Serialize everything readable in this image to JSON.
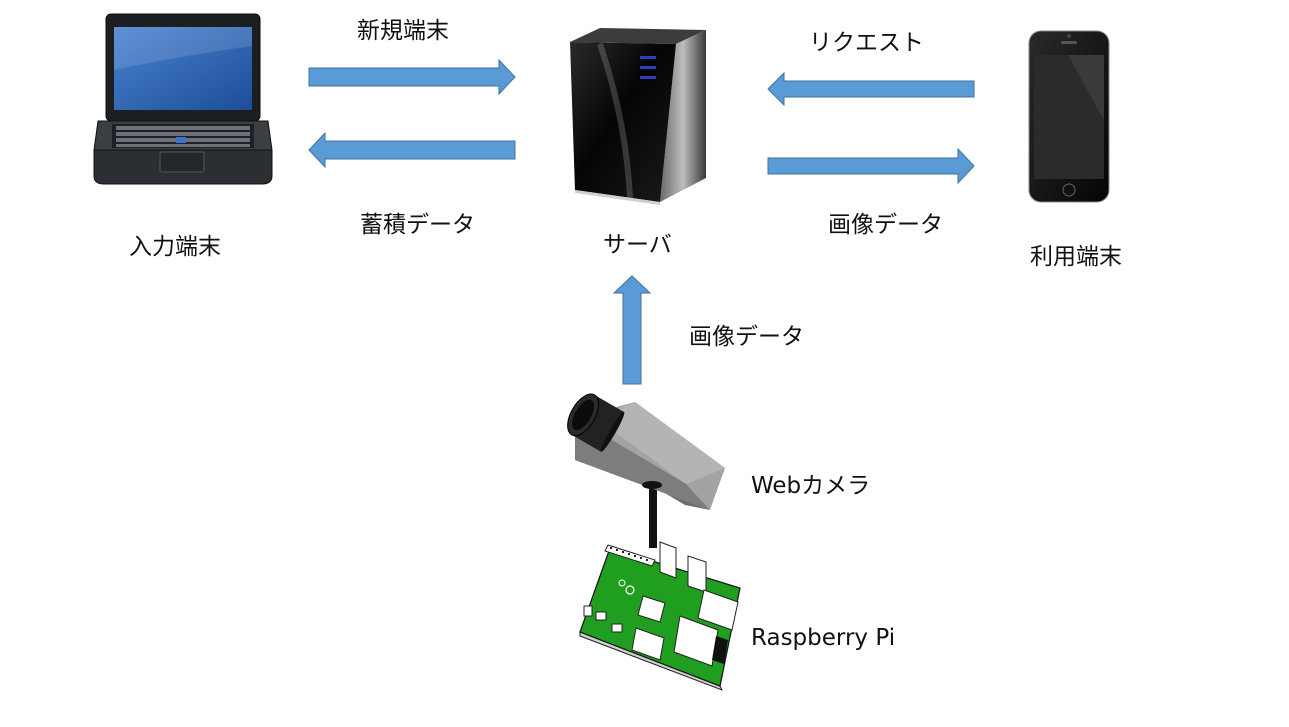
{
  "diagram": {
    "nodes": {
      "input_terminal": {
        "label": "入力端末",
        "icon": "laptop-icon"
      },
      "server": {
        "label": "サーバ",
        "icon": "server-tower-icon"
      },
      "user_terminal": {
        "label": "利用端末",
        "icon": "smartphone-icon"
      },
      "webcam": {
        "label": "Webカメラ",
        "icon": "webcam-icon"
      },
      "raspberry_pi": {
        "label": "Raspberry Pi",
        "icon": "raspberry-pi-board-icon"
      }
    },
    "edges": {
      "new_terminal": {
        "label": "新規端末",
        "from": "入力端末",
        "to": "サーバ"
      },
      "stored_data": {
        "label": "蓄積データ",
        "from": "サーバ",
        "to": "入力端末"
      },
      "request": {
        "label": "リクエスト",
        "from": "利用端末",
        "to": "サーバ"
      },
      "image_data_to_phone": {
        "label": "画像データ",
        "from": "サーバ",
        "to": "利用端末"
      },
      "image_data_from_camera": {
        "label": "画像データ",
        "from": "Webカメラ",
        "to": "サーバ"
      }
    },
    "colors": {
      "arrow_fill": "#5b9bd5",
      "arrow_stroke": "#41719c",
      "board_green": "#1f9e1f"
    }
  }
}
